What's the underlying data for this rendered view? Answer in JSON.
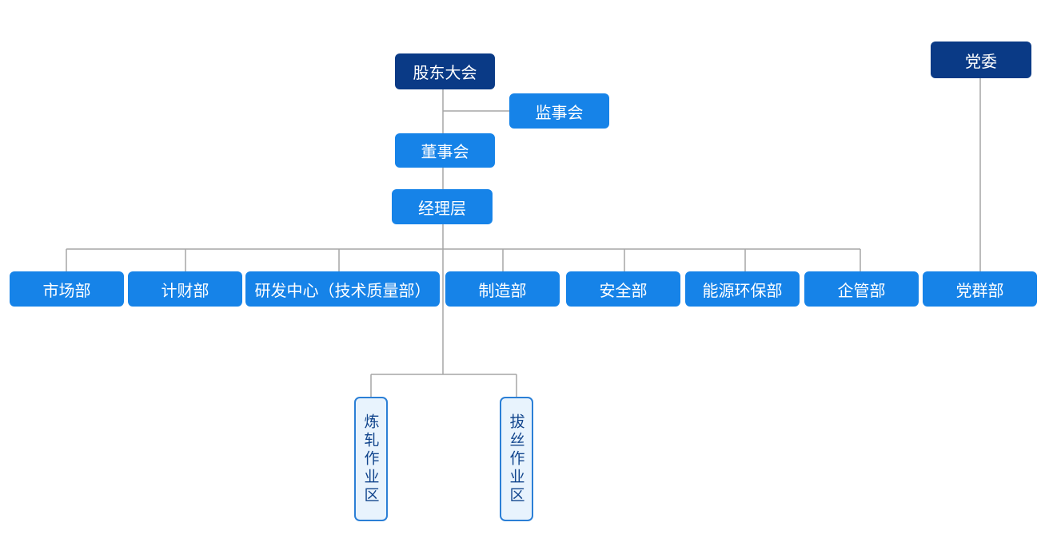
{
  "nodes": {
    "shareholders": "股东大会",
    "supervisors": "监事会",
    "board": "董事会",
    "management": "经理层",
    "party_committee": "党委",
    "departments": [
      "市场部",
      "计财部",
      "研发中心（技术质量部）",
      "制造部",
      "安全部",
      "能源环保部",
      "企管部",
      "党群部"
    ],
    "work_areas": [
      "炼轧作业区",
      "拔丝作业区"
    ]
  },
  "colors": {
    "dark_box": "#0a3a86",
    "mid_box": "#1683e8",
    "light_box_bg": "#e8f3fd",
    "light_box_border": "#2b7fd6",
    "connector": "#a6a6a6"
  }
}
